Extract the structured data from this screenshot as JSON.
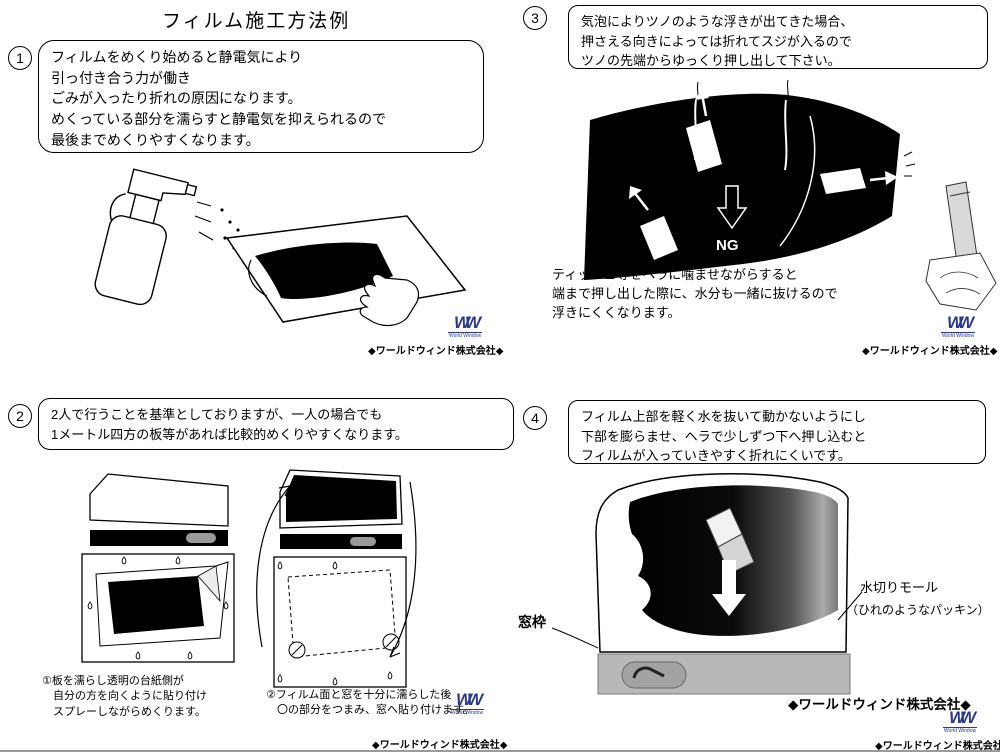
{
  "title": "フィルム施工方法例",
  "company": "◆ワールドウィンド株式会社◆",
  "logo": {
    "ww": "WW",
    "name": "World Window"
  },
  "step1": {
    "num": "1",
    "lines": [
      "フィルムをめくり始めると静電気により",
      "引っ付き合う力が働き",
      "ごみが入ったり折れの原因になります。",
      "めくっている部分を濡らすと静電気を抑えられるので",
      "最後までめくりやすくなります。"
    ]
  },
  "step2": {
    "num": "2",
    "lines": [
      "2人で行うことを基準としておりますが、一人の場合でも",
      "1メートル四方の板等があれば比較的めくりやすくなります。"
    ],
    "caption1": [
      "①板を濡らし透明の台紙側が",
      "　自分の方を向くように貼り付け",
      "　スプレーしながらめくります。"
    ],
    "caption2": [
      "②フィルム面と窓を十分に濡らした後",
      "　〇の部分をつまみ、窓へ貼り付けます。"
    ]
  },
  "step3": {
    "num": "3",
    "lines": [
      "気泡によりツノのような浮きが出てきた場合、",
      "押さえる向きによっては折れてスジが入るので",
      "ツノの先端からゆっくり押し出して下さい。"
    ],
    "note": [
      "ティッシュ等をヘラに噛ませながらすると",
      "端まで押し出した際に、水分も一緒に抜けるので",
      "浮きにくくなります。"
    ],
    "ng_label": "NG"
  },
  "step4": {
    "num": "4",
    "lines": [
      "フィルム上部を軽く水を抜いて動かないようにし",
      "下部を膨らませ、ヘラで少しずつ下へ押し込むと",
      "フィルムが入っていきやすく折れにくいです。"
    ],
    "label_window_frame": "窓枠",
    "label_molding": "水切りモール",
    "label_molding2": "（ひれのようなパッキン）"
  },
  "colors": {
    "logo_blue": "#2b3990",
    "film_black": "#000000"
  }
}
